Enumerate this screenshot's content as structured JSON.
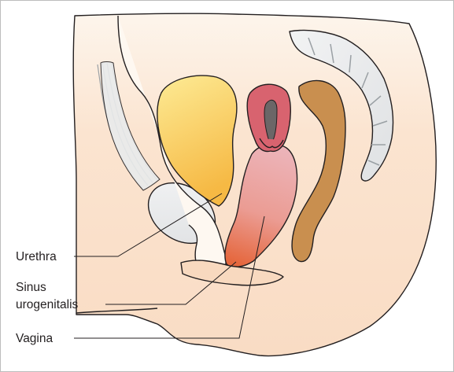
{
  "labels": {
    "urethra": "Urethra",
    "sinus_line1": "Sinus",
    "sinus_line2": "urogenitalis",
    "vagina": "Vagina"
  },
  "colors": {
    "skin": "#fbe3cf",
    "skin_light": "#fdf3ea",
    "bladder_top": "#fde98e",
    "bladder_bottom": "#f7bf4a",
    "uterus": "#d8636f",
    "uterus_inner": "#6b6667",
    "rectum": "#c98f4f",
    "bone": "#e6e8ea",
    "vagina_top": "#e7a8b0",
    "vagina_bottom": "#e36d45",
    "line": "#231f20"
  }
}
